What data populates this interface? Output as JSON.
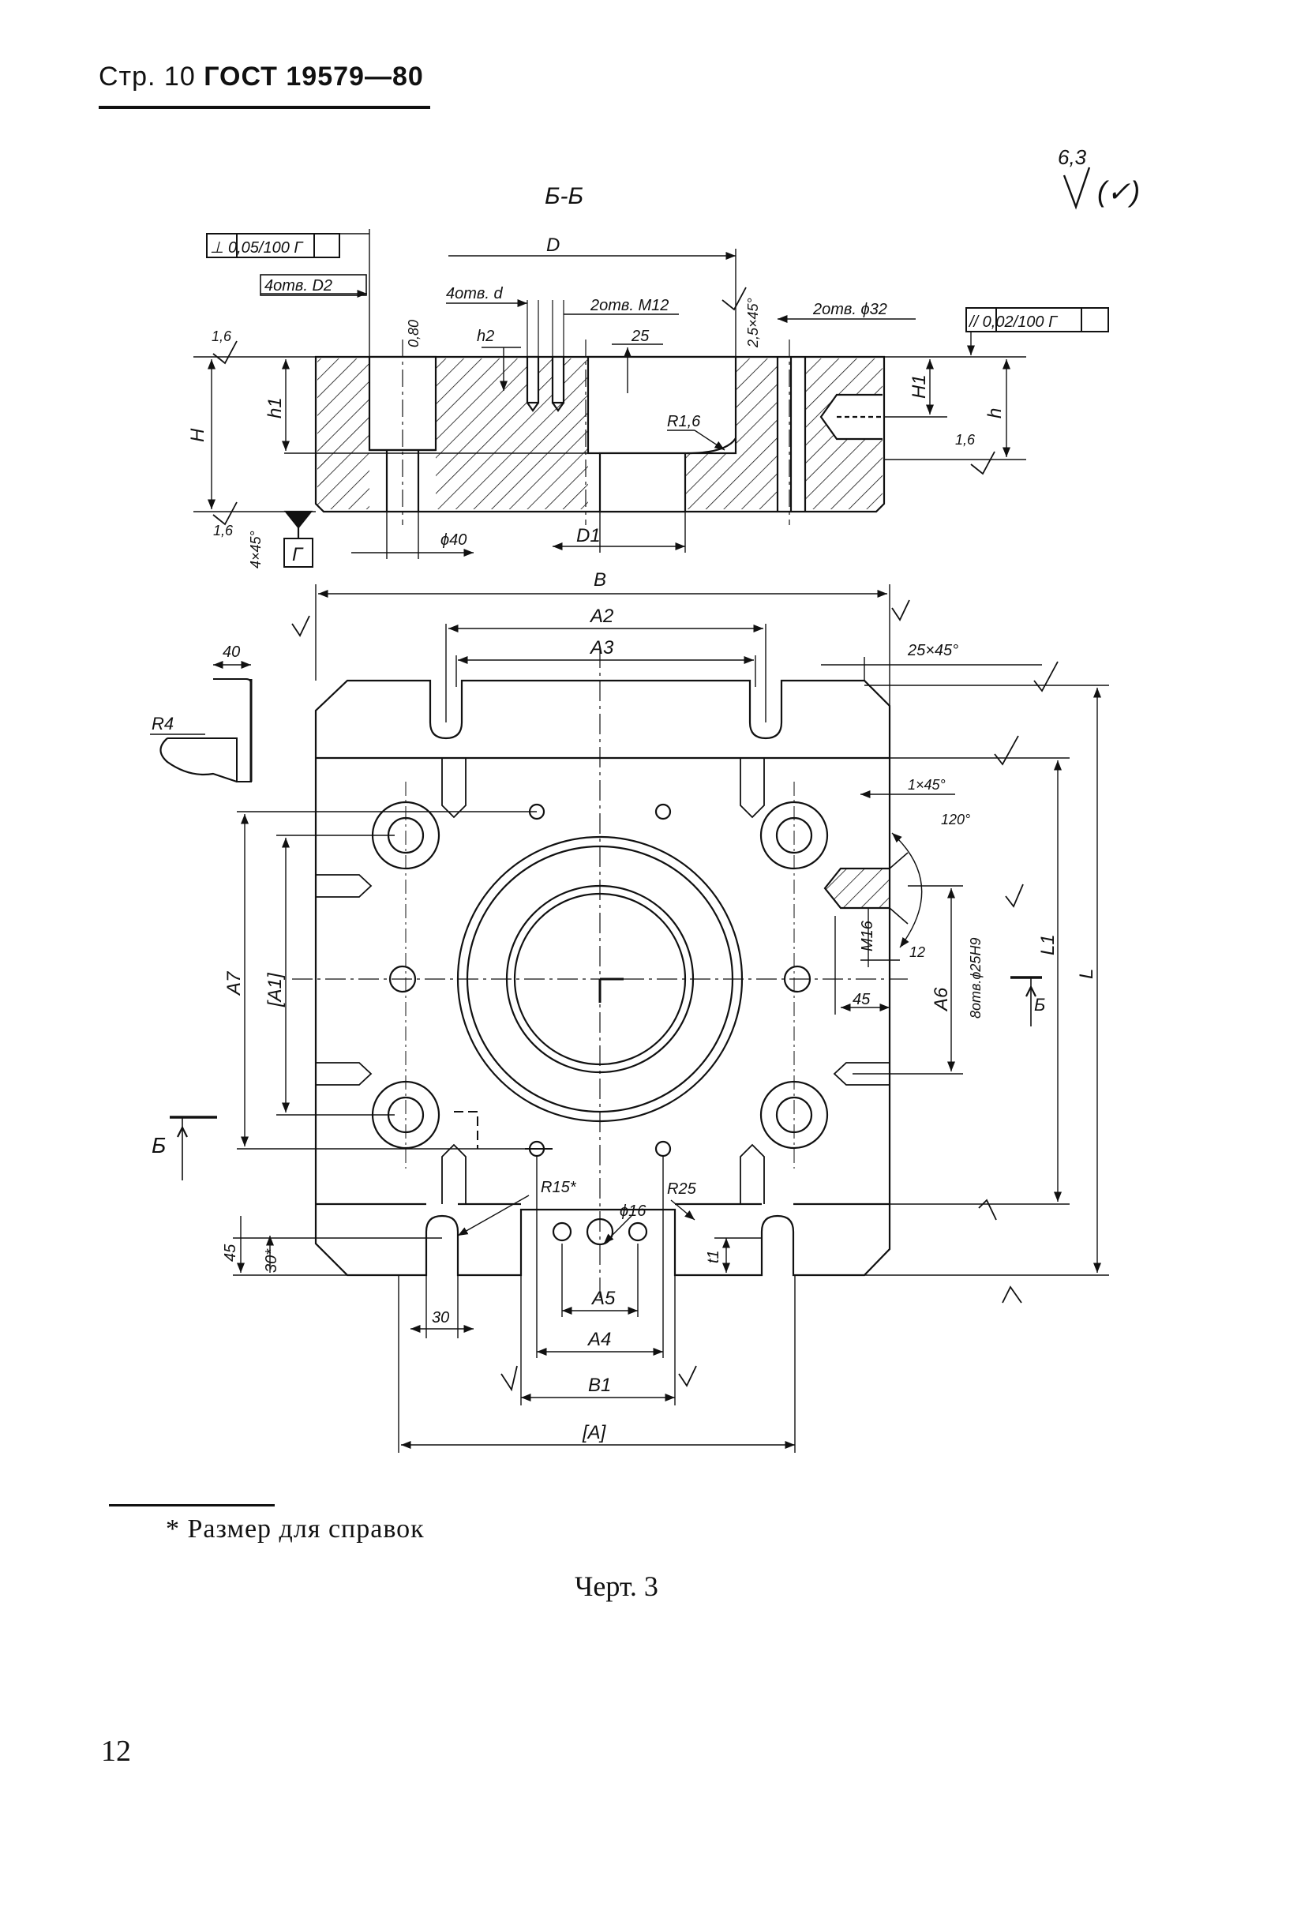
{
  "header": {
    "page_prefix": "Стр. 10",
    "standard": "ГОСТ 19579—80"
  },
  "drawing": {
    "section_label": "Б-Б",
    "roughness_general": "6,3",
    "roughness_general_paren": "(✓)",
    "tolerance_perp": "⊥ 0,05/100 Г",
    "tolerance_parallel": "// 0,02/100 Г",
    "datum": "Г",
    "labels": {
      "D": "D",
      "D1": "D1",
      "D2_holes": "4отв. D2",
      "d_holes": "4отв. d",
      "m12_holes": "2отв. М12",
      "phi32_holes": "2отв. ϕ32",
      "h2": "h2",
      "h1": "h1",
      "H": "H",
      "H1": "H1",
      "h": "h",
      "r16": "R1,6",
      "dim25": "25",
      "chamfer_25x45": "2,5×45°",
      "chamfer_4x45": "4×45°",
      "phi40": "ϕ40",
      "rough_16": "1,6",
      "rough_080": "0,80",
      "B": "B",
      "A2": "A2",
      "A3": "A3",
      "chamfer_25_45": "25×45°",
      "dim40": "40",
      "R4": "R4",
      "chamfer_1x45": "1×45°",
      "angle120": "120°",
      "M16": "M16",
      "dim12": "12",
      "holes_phi25": "8отв.ϕ25H9",
      "dim45": "45",
      "A6": "A6",
      "L1": "L1",
      "L": "L",
      "A7": "A7",
      "A1": "[A1]",
      "section_mark": "Б",
      "R15": "R15*",
      "R25": "R25",
      "phi16": "ϕ16",
      "t1": "t1",
      "dim45_left": "45",
      "dim30star": "30*",
      "dim30": "30",
      "A5": "A5",
      "A4": "A4",
      "B1": "B1",
      "A": "[A]"
    }
  },
  "footnote": "* Размер для справок",
  "caption": "Черт. 3",
  "page_number": "12"
}
